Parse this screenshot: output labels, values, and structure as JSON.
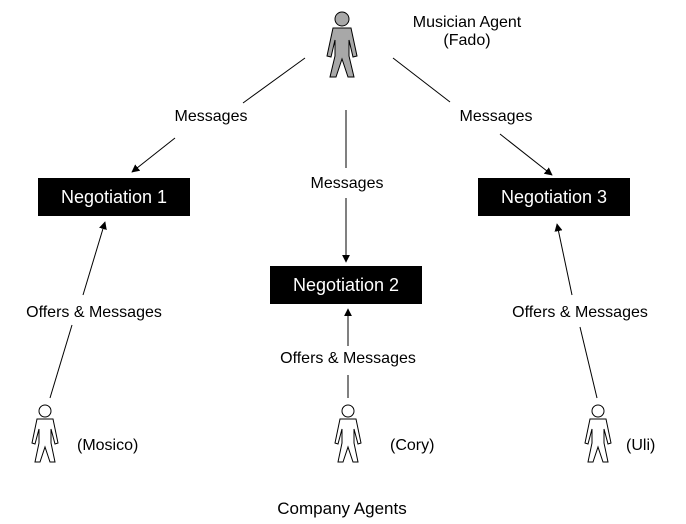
{
  "musician": {
    "label_line1": "Musician Agent",
    "label_line2": "(Fado)"
  },
  "edges": {
    "left_messages": "Messages",
    "middle_messages": "Messages",
    "right_messages": "Messages",
    "left_offers": "Offers & Messages",
    "middle_offers": "Offers & Messages",
    "right_offers": "Offers & Messages"
  },
  "negotiations": {
    "n1": "Negotiation 1",
    "n2": "Negotiation 2",
    "n3": "Negotiation 3"
  },
  "companies": {
    "left": "(Mosico)",
    "middle": "(Cory)",
    "right": "(Uli)",
    "caption": "Company Agents"
  },
  "colors": {
    "musician_figure": "#a8a8a8",
    "company_figure": "#ffffff",
    "box_fill": "#000000",
    "box_text": "#ffffff"
  },
  "icons": {
    "musician": "person-figure-gray-icon",
    "company": "person-figure-outline-icon"
  }
}
